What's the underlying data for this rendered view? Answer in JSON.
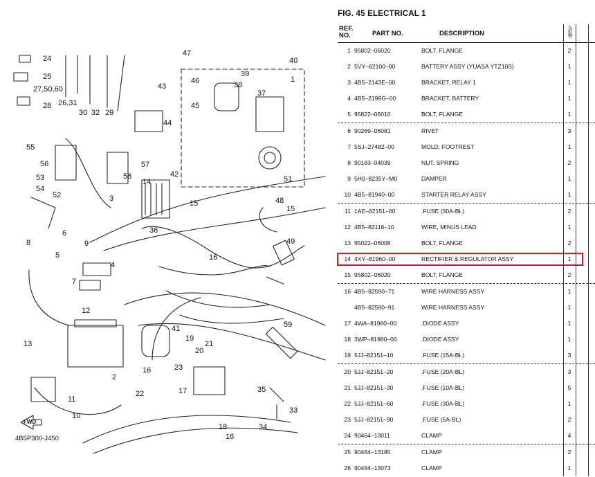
{
  "figure": {
    "title": "FIG.  45   ELECTRICAL 1",
    "diagram_code": "4B5P300-J450"
  },
  "diagram": {
    "callouts": [
      "24",
      "25",
      "27,50,60",
      "28",
      "26,31",
      "30",
      "32",
      "29",
      "47",
      "40",
      "39",
      "38",
      "1",
      "43",
      "46",
      "37",
      "45",
      "44",
      "55",
      "56",
      "57",
      "58",
      "53",
      "54",
      "52",
      "3",
      "42",
      "14",
      "15",
      "36",
      "51",
      "48",
      "15",
      "49",
      "8",
      "6",
      "5",
      "9",
      "4",
      "7",
      "16",
      "12",
      "13",
      "2",
      "41",
      "59",
      "19",
      "20",
      "21",
      "23",
      "17",
      "16",
      "22",
      "11",
      "10",
      "FWD",
      "35",
      "33",
      "34",
      "18",
      "16"
    ]
  },
  "table": {
    "headers": {
      "ref": "REF. NO.",
      "part": "PART NO.",
      "desc": "DESCRIPTION",
      "model": "4B5V"
    },
    "rows": [
      {
        "ref": "1",
        "part": "95802–06020",
        "desc": "BOLT, FLANGE",
        "qty": "2",
        "dash": false
      },
      {
        "ref": "2",
        "part": "5VY–82100–00",
        "desc": "BATTERY ASSY (YUASA YTZ10S)",
        "qty": "1",
        "dash": false
      },
      {
        "ref": "3",
        "part": "4B5–2143E–00",
        "desc": "BRACKET, RELAY 1",
        "qty": "1",
        "dash": false
      },
      {
        "ref": "4",
        "part": "4B5–2199G–00",
        "desc": "BRACKET, BATTERY",
        "qty": "1",
        "dash": false
      },
      {
        "ref": "5",
        "part": "95822–06010",
        "desc": "BOLT, FLANGE",
        "qty": "1",
        "dash": false
      },
      {
        "ref": "6",
        "part": "90269–06081",
        "desc": "RIVET",
        "qty": "3",
        "dash": true
      },
      {
        "ref": "7",
        "part": "5SJ–27482–00",
        "desc": "MOLD, FOOTREST",
        "qty": "1",
        "dash": false
      },
      {
        "ref": "8",
        "part": "90183–04039",
        "desc": "NUT, SPRING",
        "qty": "2",
        "dash": false
      },
      {
        "ref": "9",
        "part": "5H0–8235Y–M0",
        "desc": "DAMPER",
        "qty": "1",
        "dash": false
      },
      {
        "ref": "10",
        "part": "4B5–81940–00",
        "desc": "STARTER RELAY ASSY",
        "qty": "1",
        "dash": false
      },
      {
        "ref": "11",
        "part": "1AE–82151–00",
        "desc": ".FUSE (30A-BL)",
        "qty": "2",
        "dash": true
      },
      {
        "ref": "12",
        "part": "4B5–82116–10",
        "desc": "WIRE, MINUS LEAD",
        "qty": "1",
        "dash": false
      },
      {
        "ref": "13",
        "part": "95022–06008",
        "desc": "BOLT, FLANGE",
        "qty": "2",
        "dash": false
      },
      {
        "ref": "14",
        "part": "4XY–81960–00",
        "desc": "RECTIFIER & REGULATOR ASSY",
        "qty": "1",
        "dash": false,
        "highlight": true
      },
      {
        "ref": "15",
        "part": "95802–06020",
        "desc": "BOLT, FLANGE",
        "qty": "2",
        "dash": false
      },
      {
        "ref": "16",
        "part": "4B5–82590–71",
        "desc": "WIRE HARNESS ASSY",
        "qty": "1",
        "dash": true
      },
      {
        "ref": "",
        "part": "4B5–82590–91",
        "desc": "WIRE HARNESS ASSY",
        "qty": "1",
        "dash": false
      },
      {
        "ref": "17",
        "part": "4WA–81980–00",
        "desc": ".DIODE ASSY",
        "qty": "1",
        "dash": false
      },
      {
        "ref": "18",
        "part": "3WP–81980–00",
        "desc": ".DIODE ASSY",
        "qty": "1",
        "dash": false
      },
      {
        "ref": "19",
        "part": "5JJ–82151–10",
        "desc": ".FUSE (15A-BL)",
        "qty": "3",
        "dash": false
      },
      {
        "ref": "20",
        "part": "5JJ–82151–20",
        "desc": ".FUSE (20A-BL)",
        "qty": "3",
        "dash": true
      },
      {
        "ref": "21",
        "part": "5JJ–82151–30",
        "desc": ".FUSE (10A-BL)",
        "qty": "5",
        "dash": false
      },
      {
        "ref": "22",
        "part": "5JJ–82151–60",
        "desc": ".FUSE (30A-BL)",
        "qty": "1",
        "dash": false
      },
      {
        "ref": "23",
        "part": "5JJ–82151–90",
        "desc": ".FUSE (5A-BL)",
        "qty": "2",
        "dash": false
      },
      {
        "ref": "24",
        "part": "90464–13011",
        "desc": "CLAMP",
        "qty": "4",
        "dash": false
      },
      {
        "ref": "25",
        "part": "90464–13185",
        "desc": "CLAMP",
        "qty": "2",
        "dash": true
      },
      {
        "ref": "26",
        "part": "90464–13073",
        "desc": "CLAMP",
        "qty": "1",
        "dash": false
      }
    ]
  },
  "colors": {
    "highlight": "#d7191c"
  }
}
